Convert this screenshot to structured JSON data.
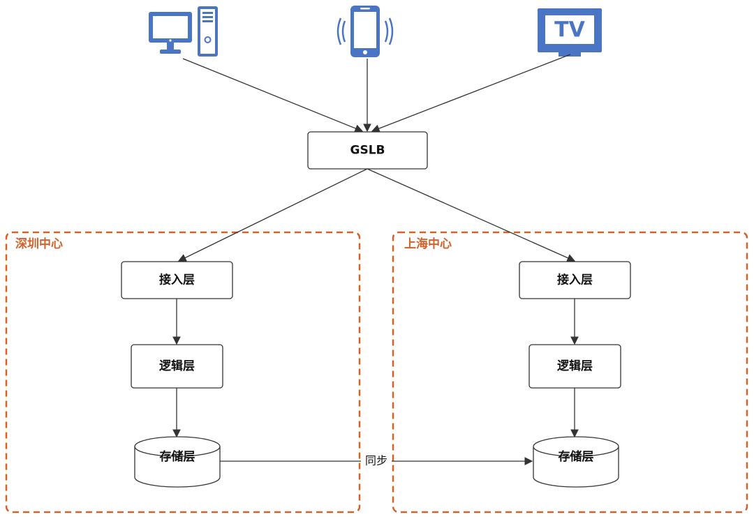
{
  "colors": {
    "icon_blue": "#4a75c4",
    "region_border": "#d2622a",
    "line": "#333333"
  },
  "clients": {
    "pc": {
      "icon": "desktop-computer-icon"
    },
    "phone": {
      "icon": "smartphone-icon"
    },
    "tv": {
      "icon": "tv-icon",
      "text": "TV"
    }
  },
  "gslb": {
    "label": "GSLB"
  },
  "regions": {
    "shenzhen": {
      "label": "深圳中心",
      "access": "接入层",
      "logic": "逻辑层",
      "storage": "存储层"
    },
    "shanghai": {
      "label": "上海中心",
      "access": "接入层",
      "logic": "逻辑层",
      "storage": "存储层"
    }
  },
  "sync": {
    "label": "同步"
  }
}
